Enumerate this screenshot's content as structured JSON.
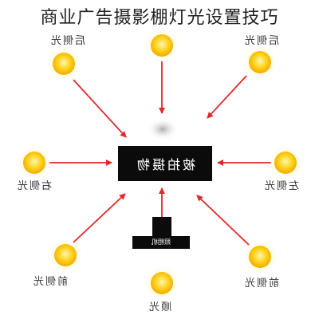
{
  "title": "商业广告摄影棚灯光设置技巧",
  "subject": {
    "label": "被拍摄物"
  },
  "camera": {
    "label": "照相机"
  },
  "colors": {
    "arrow": "#e02a2a",
    "box": "#0b0b0b",
    "light_core": "#ffd21a",
    "light_glow": "#fff3a0"
  },
  "lights": {
    "back_left": {
      "label": "后侧光",
      "icon": "light-bulb-icon"
    },
    "top": {
      "label": "",
      "icon": "light-bulb-icon"
    },
    "back_right": {
      "label": "后侧光",
      "icon": "light-bulb-icon"
    },
    "right": {
      "label": "右侧光",
      "icon": "light-bulb-icon"
    },
    "left": {
      "label": "左侧光",
      "icon": "light-bulb-icon"
    },
    "front_left": {
      "label": "前侧光",
      "icon": "light-bulb-icon"
    },
    "front": {
      "label": "顺光",
      "icon": "light-bulb-icon"
    },
    "front_right": {
      "label": "前侧光",
      "icon": "light-bulb-icon"
    }
  }
}
